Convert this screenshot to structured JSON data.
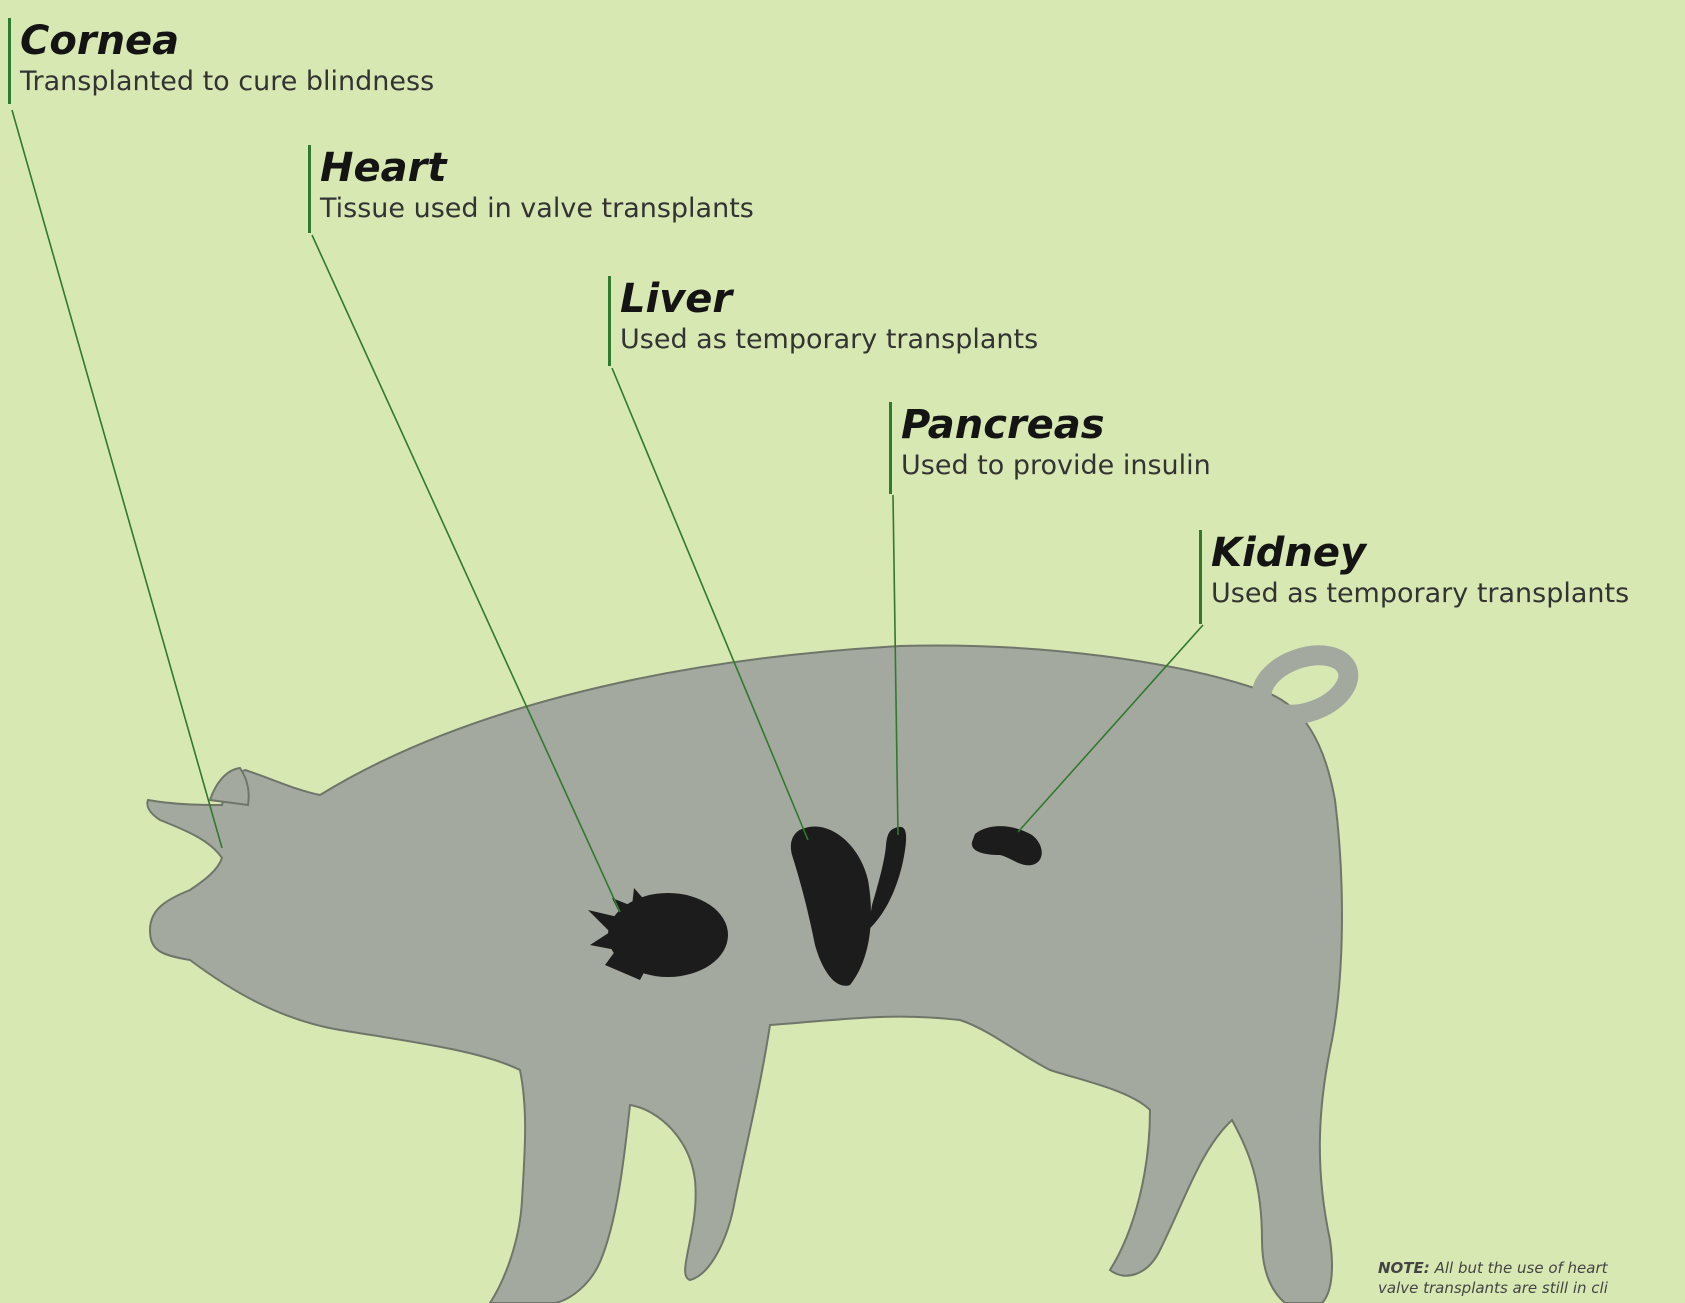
{
  "colors": {
    "background": "#d8e8b3",
    "leader_line": "#2f7a2c",
    "pig_body": "#a4a9a0",
    "organ": "#1c1c1c"
  },
  "callouts": [
    {
      "organ": "Cornea",
      "description": "Transplanted to cure blindness"
    },
    {
      "organ": "Heart",
      "description": "Tissue used in valve transplants"
    },
    {
      "organ": "Liver",
      "description": "Used as temporary  transplants"
    },
    {
      "organ": "Pancreas",
      "description": "Used to provide insulin"
    },
    {
      "organ": "Kidney",
      "description": "Used as temporary transplants"
    }
  ],
  "note": {
    "label": "NOTE:",
    "line1": "All but the use of heart",
    "line2": "valve transplants are still in cli"
  }
}
